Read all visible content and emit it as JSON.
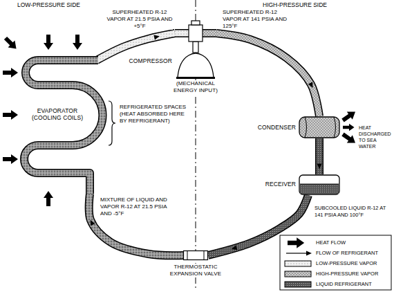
{
  "diagram": {
    "nodes": [
      {
        "text": [
          "COMPRESSOR",
          "(MECHANICAL ENERGY INPUT)"
        ]
      },
      {
        "text": [
          "EVAPORATOR (COOLING COILS)"
        ]
      },
      {
        "text": [
          "CONDENSER"
        ]
      },
      {
        "text": [
          "RECEIVER"
        ]
      },
      {
        "text": [
          "THERMOSTATIC EXPANSION VALVE"
        ]
      }
    ],
    "edges": [
      {
        "from": 1,
        "to": 0,
        "arrow": "to"
      },
      {
        "from": 0,
        "to": 2,
        "arrow": "to"
      },
      {
        "from": 2,
        "to": 3,
        "arrow": "to"
      },
      {
        "from": 3,
        "to": 4,
        "arrow": "to"
      },
      {
        "from": 4,
        "to": 1,
        "arrow": "to"
      }
    ],
    "labels": [
      "LOW-PRESSURE SIDE",
      "HIGH-PRESSURE SIDE",
      "SUPERHEATED R-12 VAPOR AT 21.5 PSIA AND +5°F",
      "SUPERHEATED R-12 VAPOR AT 141 PSIA AND 125°F",
      "REFRIGERATED SPACES (HEAT ABSORBED HERE BY REFRIGERANT)",
      "HEAT DISCHARGED TO SEA WATER",
      "MIXTURE OF LIQUID AND VAPOR R-12 AT 21.5 PSIA AND -5°F",
      "SUBCOOLED LIQUID R-12 AT 141 PSIA AND 100°F"
    ],
    "legend": [
      {
        "text": "HEAT FLOW"
      },
      {
        "text": "FLOW OF REFRIGERANT"
      },
      {
        "text": "LOW-PRESSURE VAPOR"
      },
      {
        "text": "HIGH-PRESSURE VAPOR"
      },
      {
        "text": "LIQUID REFRIGERANT"
      }
    ]
  }
}
